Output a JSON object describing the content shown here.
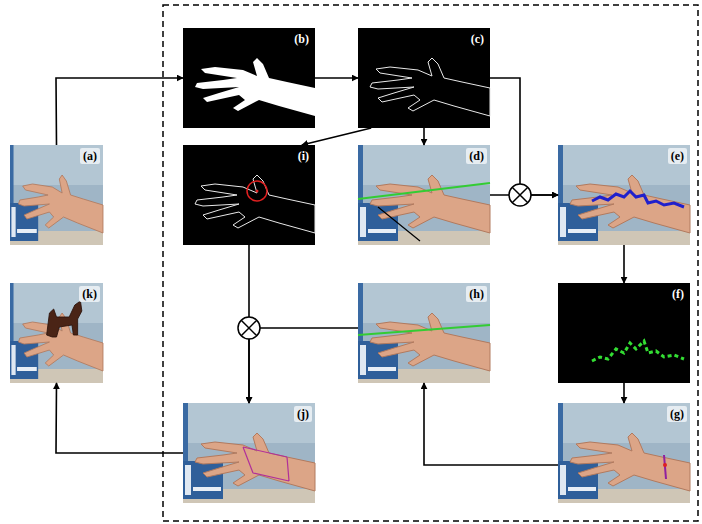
{
  "diagram": {
    "nodes": [
      {
        "text": [
          "(a)"
        ]
      },
      {
        "text": [
          "(b)"
        ]
      },
      {
        "text": [
          "(c)"
        ]
      },
      {
        "text": [
          "(i)"
        ]
      },
      {
        "text": [
          "(d)"
        ]
      },
      {
        "text": [
          "(e)"
        ]
      },
      {
        "text": [
          "(f)"
        ]
      },
      {
        "text": [
          "(g)"
        ]
      },
      {
        "text": [
          "(h)"
        ]
      },
      {
        "text": [
          "(j)"
        ]
      },
      {
        "text": [
          "(k)"
        ]
      }
    ],
    "edges": [
      {
        "from": 0,
        "to": 1,
        "arrow": "to"
      },
      {
        "from": 1,
        "to": 2,
        "arrow": "to"
      },
      {
        "from": 2,
        "to": 3,
        "arrow": "to"
      },
      {
        "from": 2,
        "to": 4,
        "arrow": "to"
      },
      {
        "from": 2,
        "to": 5,
        "arrow": "to"
      },
      {
        "from": 4,
        "to": 5,
        "arrow": "to"
      },
      {
        "from": 5,
        "to": 6,
        "arrow": "to"
      },
      {
        "from": 6,
        "to": 7,
        "arrow": "to"
      },
      {
        "from": 7,
        "to": 8,
        "arrow": "to"
      },
      {
        "from": 8,
        "to": 9,
        "arrow": "to"
      },
      {
        "from": 3,
        "to": 9,
        "arrow": "to"
      },
      {
        "from": 9,
        "to": 10,
        "arrow": "to"
      }
    ]
  }
}
